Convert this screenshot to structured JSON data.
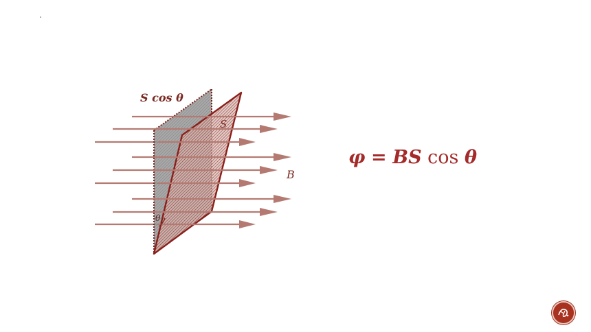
{
  "diagram": {
    "label_projection": "S cos θ",
    "label_area": "S",
    "label_field": "B",
    "label_angle": "θ"
  },
  "formula": {
    "phi": "φ",
    "equals": "=",
    "bs": "BS",
    "cos": "cos",
    "theta": "θ"
  },
  "colors": {
    "accent": "#a52a2a",
    "arrow": "#b47a72",
    "projection_fill": "#8a8a8a",
    "hatch": "#7a2a22"
  },
  "badge": {
    "icon": "logo-seal-icon"
  }
}
